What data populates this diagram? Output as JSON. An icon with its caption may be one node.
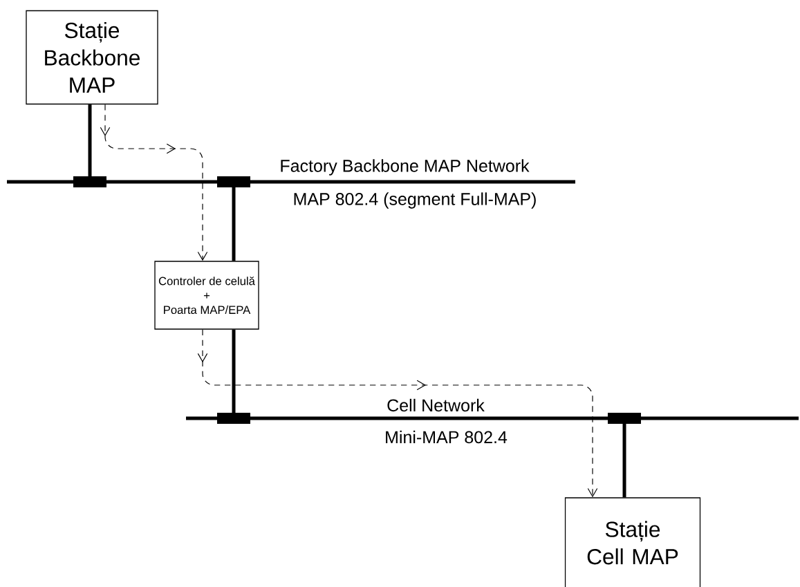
{
  "diagram": {
    "nodes": [
      {
        "text": [
          "Stație Backbone MAP"
        ]
      },
      {
        "text": [
          "Factory Backbone MAP Network",
          "MAP 802.4 (segment Full-MAP)"
        ]
      },
      {
        "text": [
          "Controler de celulă",
          "+",
          "Poarta MAP/EPA"
        ]
      },
      {
        "text": [
          "Cell Network",
          "Mini-MAP 802.4"
        ]
      },
      {
        "text": [
          "Stație Cell MAP"
        ]
      }
    ],
    "edges": [
      {
        "from": 0,
        "to": 1,
        "arrow": "none"
      },
      {
        "from": 1,
        "to": 2,
        "arrow": "none"
      },
      {
        "from": 2,
        "to": 3,
        "arrow": "none"
      },
      {
        "from": 3,
        "to": 4,
        "arrow": "none"
      },
      {
        "from": 0,
        "to": 2,
        "arrow": "to",
        "style": "dashed"
      },
      {
        "from": 2,
        "to": 4,
        "arrow": "to",
        "style": "dashed"
      }
    ]
  }
}
